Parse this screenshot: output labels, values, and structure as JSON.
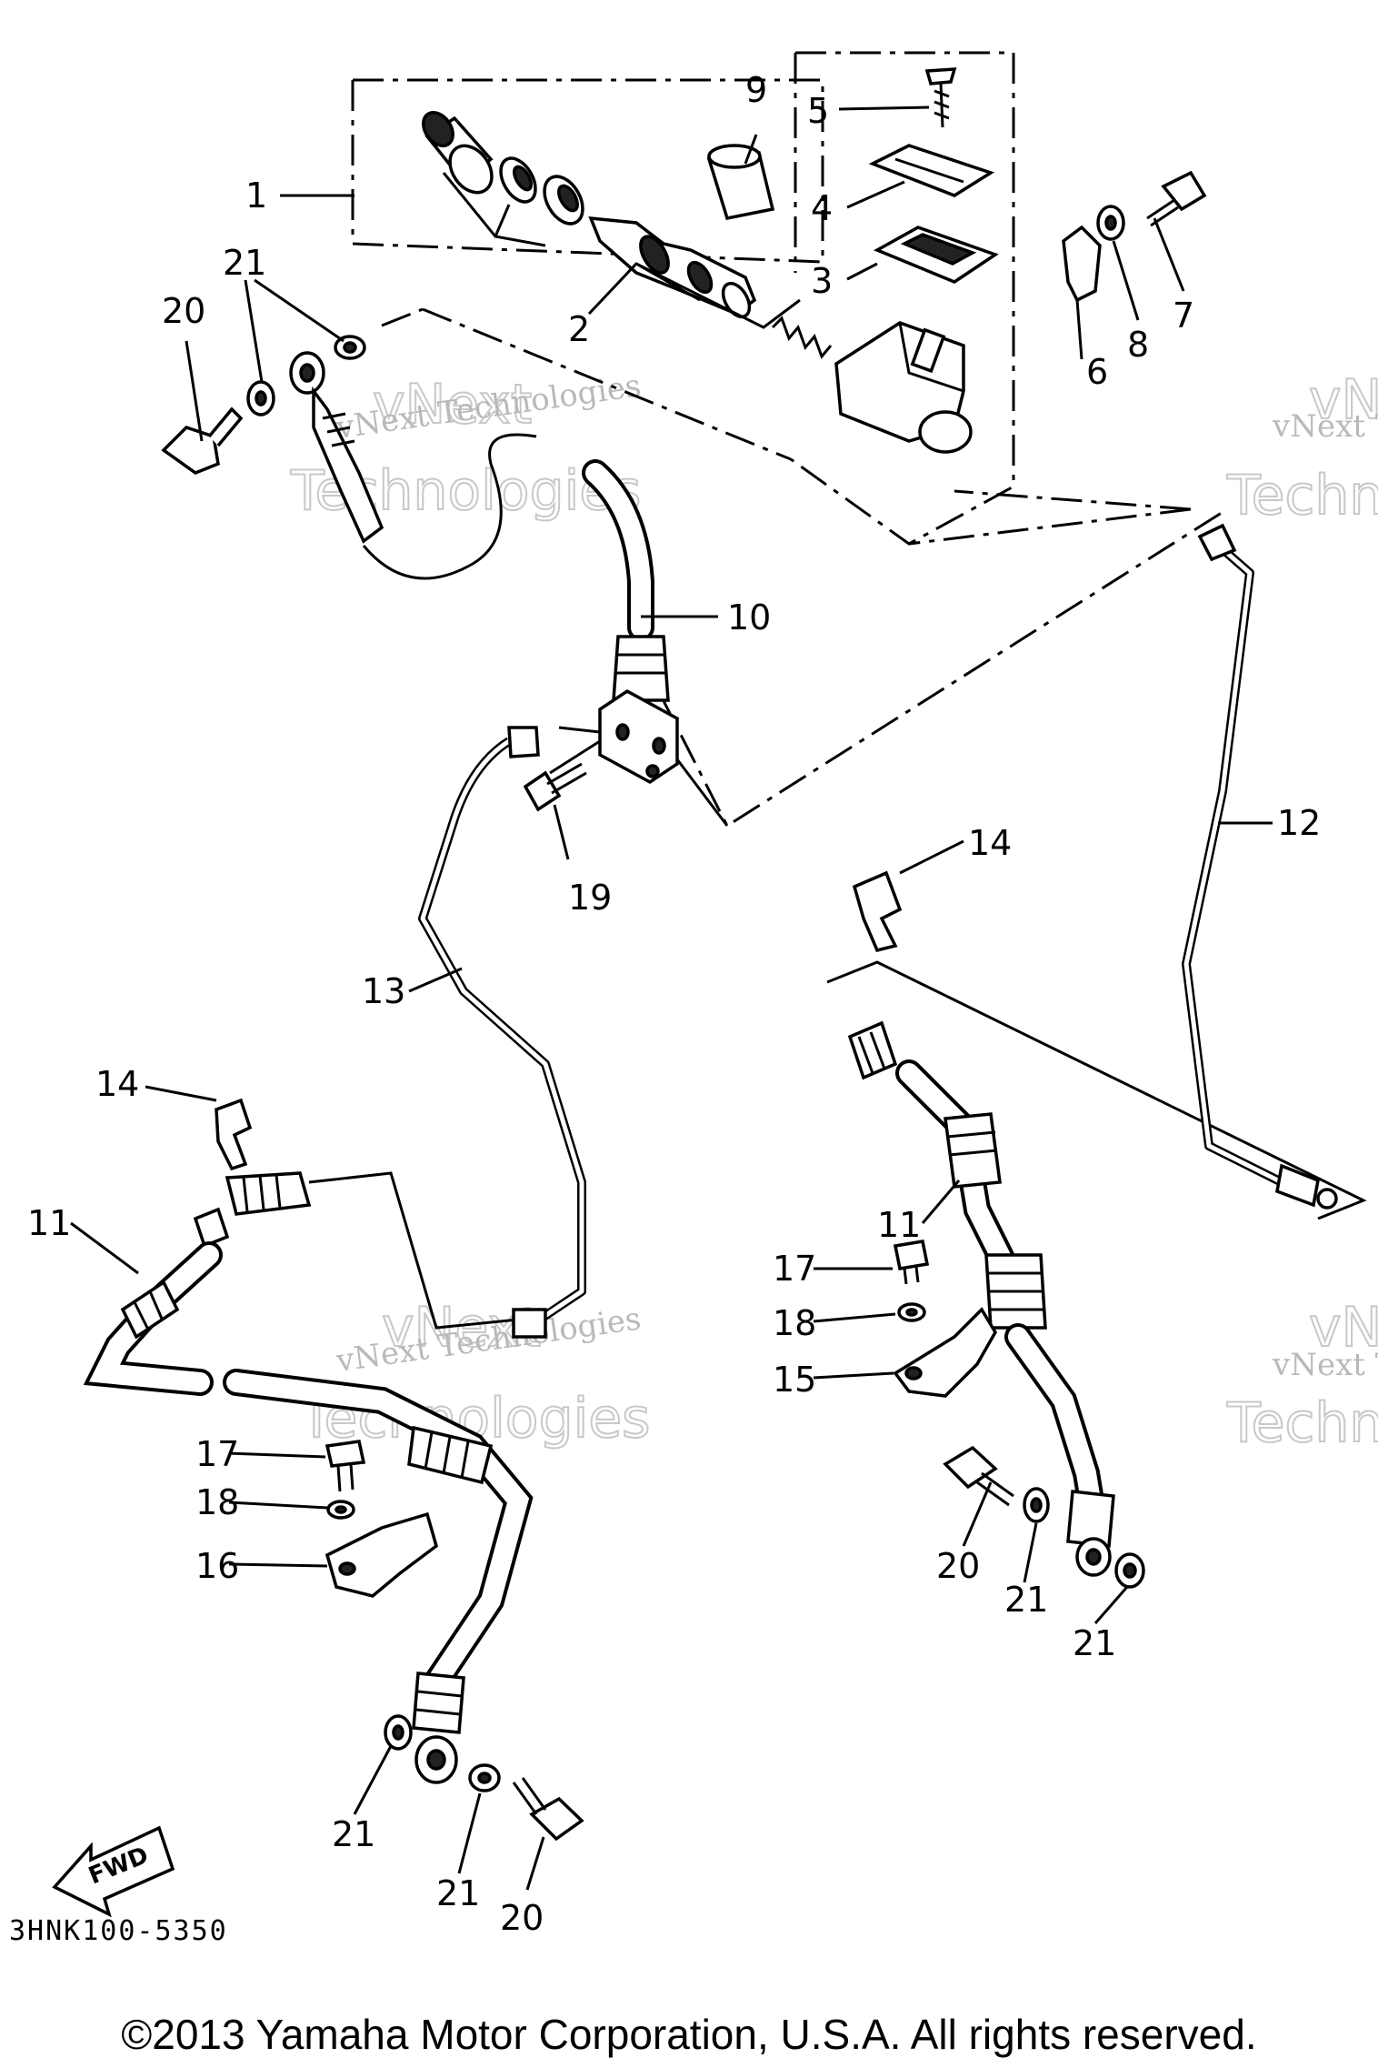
{
  "callouts": [
    "1",
    "2",
    "3",
    "4",
    "5",
    "6",
    "7",
    "8",
    "9",
    "10",
    "11",
    "11",
    "12",
    "13",
    "14",
    "14",
    "14",
    "15",
    "16",
    "17",
    "17",
    "18",
    "18",
    "19",
    "20",
    "20",
    "20",
    "21",
    "21",
    "21",
    "21",
    "21",
    "21"
  ],
  "watermark": {
    "company": "vNext Technologies",
    "big_top": "vNext",
    "big_bottom": "Technologies",
    "edge_company": "vNext T",
    "edge_big_top": "vN",
    "edge_big_bottom": "Techn"
  },
  "fwd_label": "FWD",
  "part_code": "3HNK100-5350",
  "copyright": "©2013 Yamaha Motor Corporation, U.S.A. All rights reserved."
}
